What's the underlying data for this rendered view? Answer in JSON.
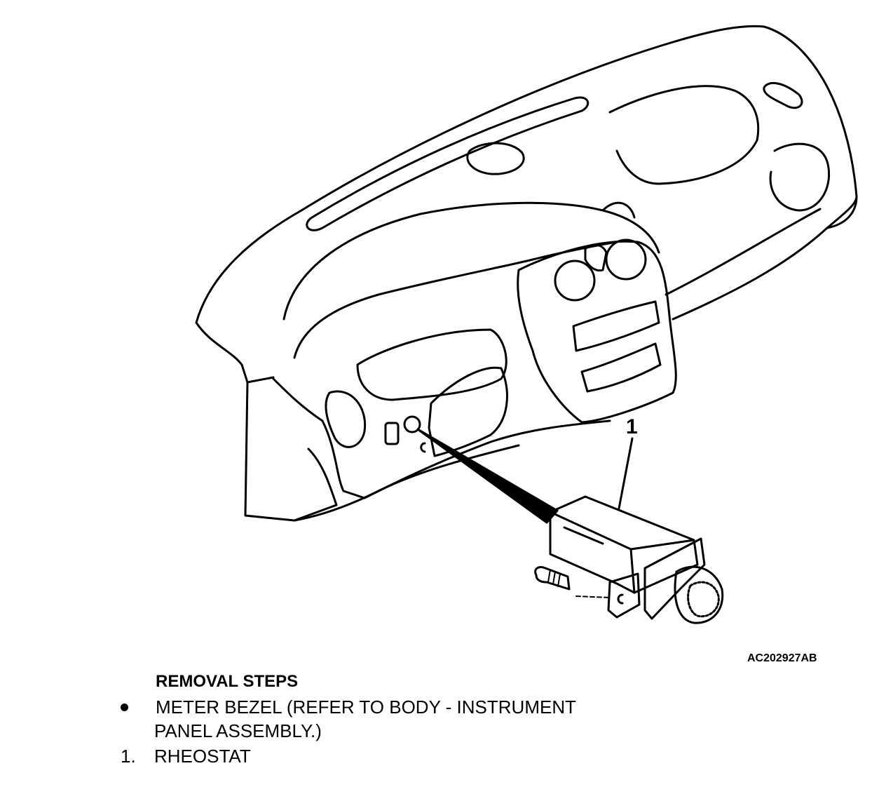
{
  "figure": {
    "callout_label": "1",
    "figure_id": "AC202927AB"
  },
  "steps": {
    "heading": "REMOVAL STEPS",
    "items": [
      {
        "marker": "bullet",
        "lines": [
          "METER BEZEL (REFER TO BODY - INSTRUMENT",
          "PANEL ASSEMBLY.)"
        ]
      },
      {
        "marker": "1.",
        "lines": [
          "RHEOSTAT"
        ]
      }
    ]
  }
}
